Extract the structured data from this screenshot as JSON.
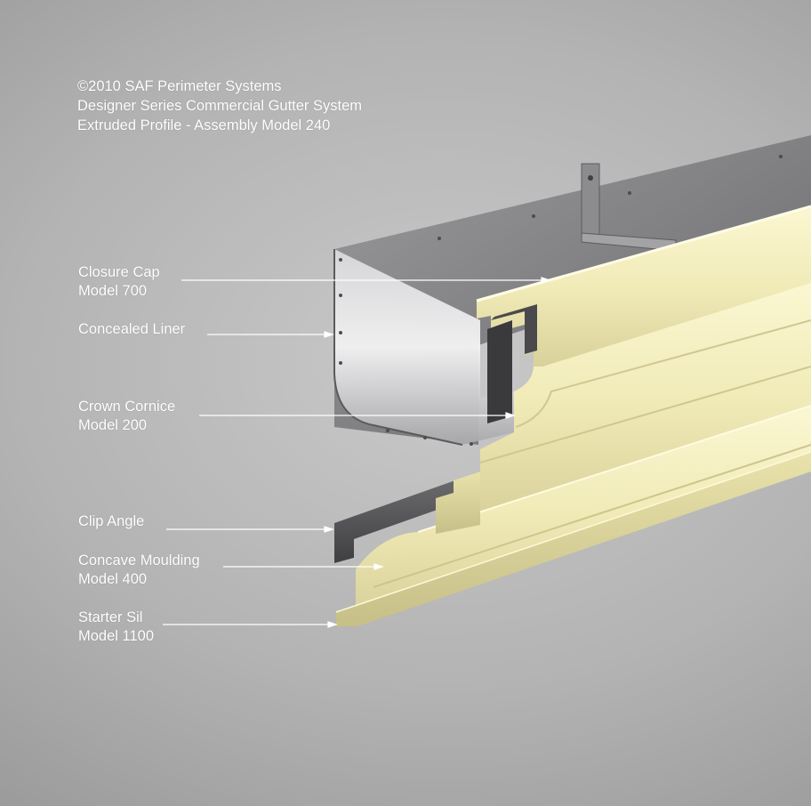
{
  "header": {
    "line1": "©2010 SAF Perimeter Systems",
    "line2": "Designer Series Commercial Gutter System",
    "line3": "Extruded Profile - Assembly Model 240"
  },
  "callouts": [
    {
      "name": "Closure Cap",
      "model": "Model 700"
    },
    {
      "name": "Concealed Liner",
      "model": ""
    },
    {
      "name": "Crown Cornice",
      "model": "Model 200"
    },
    {
      "name": "Clip Angle",
      "model": ""
    },
    {
      "name": "Concave Moulding",
      "model": "Model 400"
    },
    {
      "name": "Starter Sil",
      "model": "Model 1100"
    }
  ],
  "colors": {
    "background": "#b3b3b3",
    "extrusion": "#f3eebc",
    "metal": "#8f8f91",
    "text": "#ffffff"
  }
}
